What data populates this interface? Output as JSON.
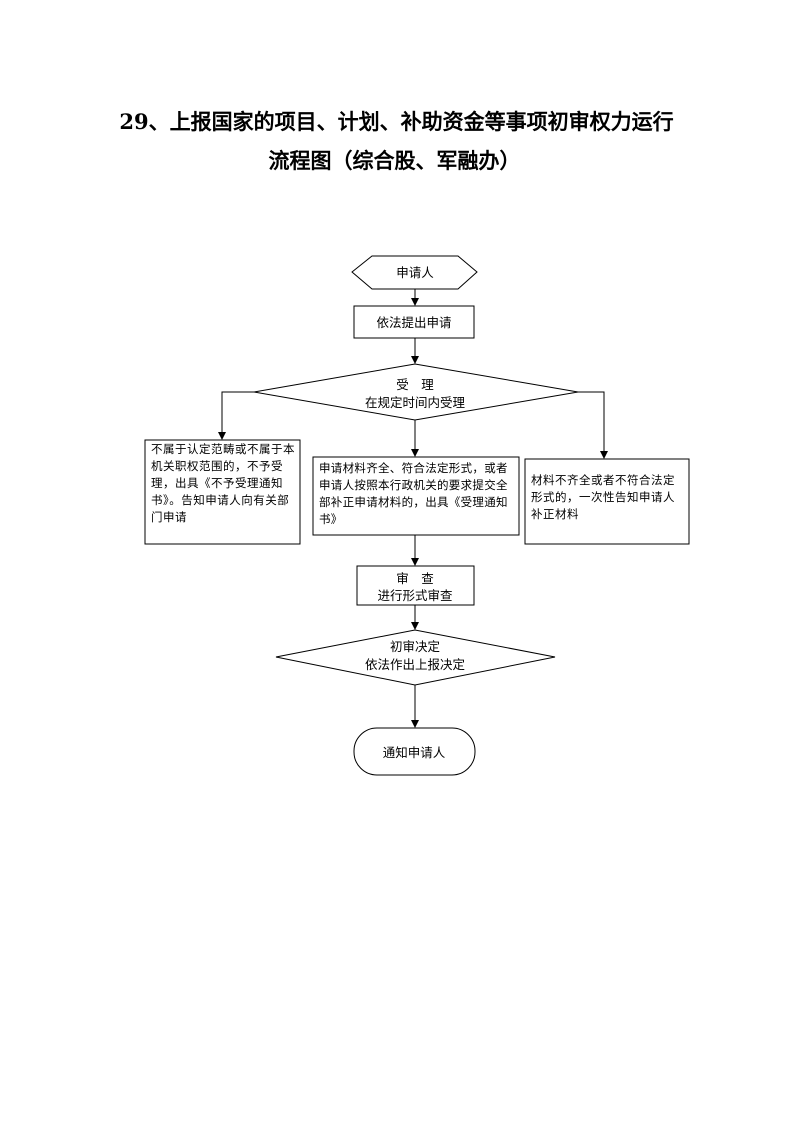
{
  "title": {
    "line1": "29、上报国家的项目、计划、补助资金等事项初审权力运行",
    "line2": "流程图（综合股、军融办）"
  },
  "flow": {
    "start": "申请人",
    "submit": "依法提出申请",
    "accept": {
      "line1": "受　理",
      "line2": "在规定时间内受理"
    },
    "reject": "不属于认定范畴或不属于本机关职权范围的，不予受理，出具《不予受理通知书》。告知申请人向有关部门申请",
    "complete": "申请材料齐全、符合法定形式，或者申请人按照本行政机关的要求提交全部补正申请材料的，出具《受理通知书》",
    "incomplete": "材料不齐全或者不符合法定形式的，一次性告知申请人补正材料",
    "review": {
      "line1": "审　查",
      "line2": "进行形式审查"
    },
    "decision": {
      "line1": "初审决定",
      "line2": "依法作出上报决定"
    },
    "end": "通知申请人"
  }
}
